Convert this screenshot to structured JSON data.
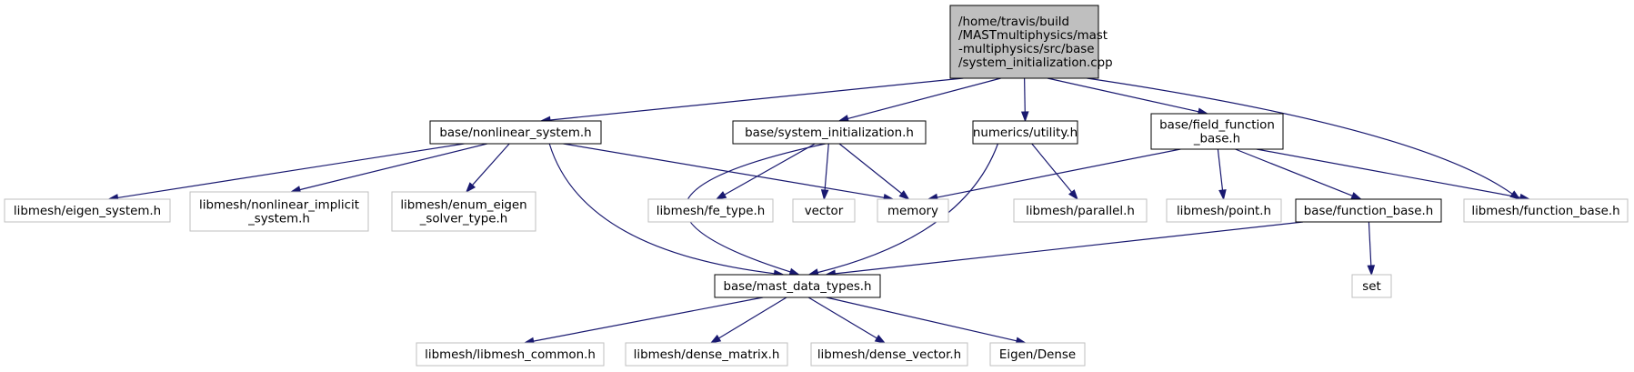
{
  "colors": {
    "edge": "#191970",
    "root_fill": "#bfbfbf",
    "internal_stroke": "#000000",
    "external_stroke": "#bfbfbf"
  },
  "nodes": {
    "root": {
      "lines": [
        "/home/travis/build",
        "/MASTmultiphysics/mast",
        "-multiphysics/src/base",
        "/system_initialization.cpp"
      ]
    },
    "nonlinear_system": {
      "lines": [
        "base/nonlinear_system.h"
      ]
    },
    "system_initialization_h": {
      "lines": [
        "base/system_initialization.h"
      ]
    },
    "numerics_utility": {
      "lines": [
        "numerics/utility.h"
      ]
    },
    "field_function_base": {
      "lines": [
        "base/field_function",
        "_base.h"
      ]
    },
    "eigen_system": {
      "lines": [
        "libmesh/eigen_system.h"
      ]
    },
    "nonlinear_implicit_system": {
      "lines": [
        "libmesh/nonlinear_implicit",
        "_system.h"
      ]
    },
    "enum_eigen_solver_type": {
      "lines": [
        "libmesh/enum_eigen",
        "_solver_type.h"
      ]
    },
    "fe_type": {
      "lines": [
        "libmesh/fe_type.h"
      ]
    },
    "vector": {
      "lines": [
        "vector"
      ]
    },
    "memory": {
      "lines": [
        "memory"
      ]
    },
    "parallel": {
      "lines": [
        "libmesh/parallel.h"
      ]
    },
    "point": {
      "lines": [
        "libmesh/point.h"
      ]
    },
    "function_base": {
      "lines": [
        "base/function_base.h"
      ]
    },
    "libmesh_function_base": {
      "lines": [
        "libmesh/function_base.h"
      ]
    },
    "mast_data_types": {
      "lines": [
        "base/mast_data_types.h"
      ]
    },
    "set": {
      "lines": [
        "set"
      ]
    },
    "libmesh_common": {
      "lines": [
        "libmesh/libmesh_common.h"
      ]
    },
    "dense_matrix": {
      "lines": [
        "libmesh/dense_matrix.h"
      ]
    },
    "dense_vector": {
      "lines": [
        "libmesh/dense_vector.h"
      ]
    },
    "eigen_dense": {
      "lines": [
        "Eigen/Dense"
      ]
    }
  },
  "edges": [
    [
      "root",
      "nonlinear_system"
    ],
    [
      "root",
      "system_initialization_h"
    ],
    [
      "root",
      "numerics_utility"
    ],
    [
      "root",
      "field_function_base"
    ],
    [
      "root",
      "libmesh_function_base"
    ],
    [
      "nonlinear_system",
      "eigen_system"
    ],
    [
      "nonlinear_system",
      "nonlinear_implicit_system"
    ],
    [
      "nonlinear_system",
      "enum_eigen_solver_type"
    ],
    [
      "nonlinear_system",
      "memory"
    ],
    [
      "nonlinear_system",
      "mast_data_types"
    ],
    [
      "system_initialization_h",
      "mast_data_types"
    ],
    [
      "system_initialization_h",
      "fe_type"
    ],
    [
      "system_initialization_h",
      "vector"
    ],
    [
      "system_initialization_h",
      "memory"
    ],
    [
      "numerics_utility",
      "parallel"
    ],
    [
      "numerics_utility",
      "mast_data_types"
    ],
    [
      "field_function_base",
      "memory"
    ],
    [
      "field_function_base",
      "point"
    ],
    [
      "field_function_base",
      "function_base"
    ],
    [
      "field_function_base",
      "libmesh_function_base"
    ],
    [
      "function_base",
      "mast_data_types"
    ],
    [
      "function_base",
      "set"
    ],
    [
      "mast_data_types",
      "libmesh_common"
    ],
    [
      "mast_data_types",
      "dense_matrix"
    ],
    [
      "mast_data_types",
      "dense_vector"
    ],
    [
      "mast_data_types",
      "eigen_dense"
    ]
  ]
}
